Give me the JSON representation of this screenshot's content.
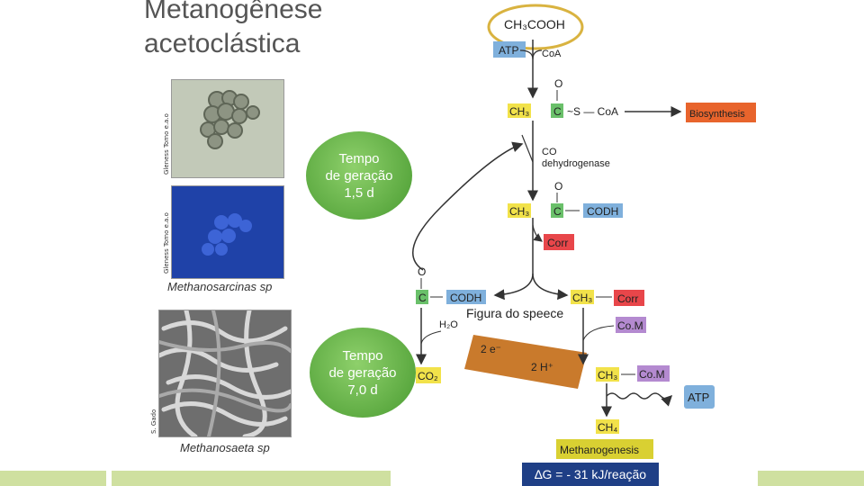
{
  "slide": {
    "title_line1": "Metanogênese",
    "title_line2": "acetoclástica",
    "photos": {
      "top_credit": "Gleness Tomo e.a.o",
      "mid_credit": "Gleness Tomo e.a.o",
      "bottom_credit": "S. Gado",
      "caption1": "Methanosarcinas sp",
      "caption2": "Methanosaeta sp"
    },
    "bubbles": [
      {
        "line1": "Tempo",
        "line2": "de geração",
        "line3": "1,5 d"
      },
      {
        "line1": "Tempo",
        "line2": "de geração",
        "line3": "7,0 d"
      }
    ],
    "figure_caption": "Figura do speece",
    "delta_g": "∆G = - 31 kJ/reação"
  },
  "diagram": {
    "acetate": "CH₃COOH",
    "atp_top": "ATP",
    "coa_top": "CoA",
    "o1": "O",
    "bar1": "‖",
    "ch3_1": "CH₃",
    "c1": "C",
    "s_coa": "~S — CoA",
    "biosynthesis": "Biosynthesis",
    "co_dh1": "CO",
    "co_dh2": "dehydrogenase",
    "o2": "O",
    "ch3_2": "CH₃",
    "c2": "C",
    "codh_1": "CODH",
    "corr_1": "Corr",
    "o3": "O",
    "c3": "C",
    "codh_2": "CODH",
    "ch3_3": "CH₃",
    "corr_2": "Corr",
    "h2o": "H₂O",
    "com_1": "Co.M",
    "two_e": "2 e⁻",
    "two_h": "2 H⁺",
    "co2": "CO₂",
    "ch3_4": "CH₃",
    "com_2": "Co.M",
    "atp_bottom": "ATP",
    "ch4": "CH₄",
    "methanogenesis": "Methanogenesis"
  }
}
